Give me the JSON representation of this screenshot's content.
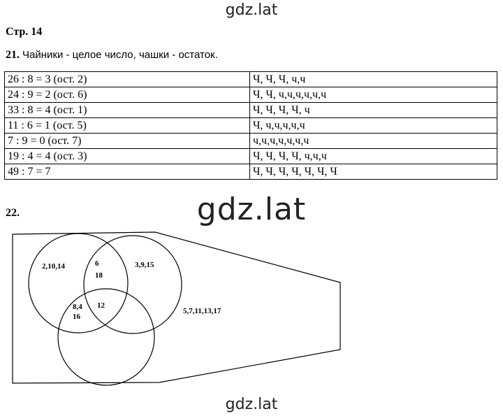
{
  "watermark": "gdz.lat",
  "page_label": "Стр. 14",
  "task21": {
    "number": "21.",
    "text": "Чайники - целое число, чашки - остаток.",
    "rows": [
      {
        "expr": "26 : 8 = 3 (ост. 2)",
        "answer": "Ч, Ч, Ч, ч,ч"
      },
      {
        "expr": "24 : 9 = 2 (ост. 6)",
        "answer": "Ч, Ч, ч,ч,ч,ч,ч,ч"
      },
      {
        "expr": "33 : 8 = 4 (ост. 1)",
        "answer": "Ч, Ч, Ч, Ч, ч"
      },
      {
        "expr": "11 : 6 = 1 (ост. 5)",
        "answer": "Ч, ч,ч,ч,ч,ч"
      },
      {
        "expr": "7 : 9 = 0 (ост. 7)",
        "answer": "ч,ч,ч,ч,ч,ч,ч"
      },
      {
        "expr": "19 : 4 = 4 (ост. 3)",
        "answer": "Ч, Ч, Ч, Ч, ч,ч,ч"
      },
      {
        "expr": "49 : 7 = 7",
        "answer": "Ч, Ч, Ч, Ч, Ч, Ч, Ч"
      }
    ]
  },
  "task22": {
    "number": "22.",
    "regions": {
      "left_only": "2,10,14",
      "left_right_l1": "6",
      "left_right_l2": "18",
      "right_only": "3,9,15",
      "left_bottom_l1": "8,4",
      "left_bottom_l2": "16",
      "center": "12",
      "outside": "5,7,11,13,17"
    }
  }
}
